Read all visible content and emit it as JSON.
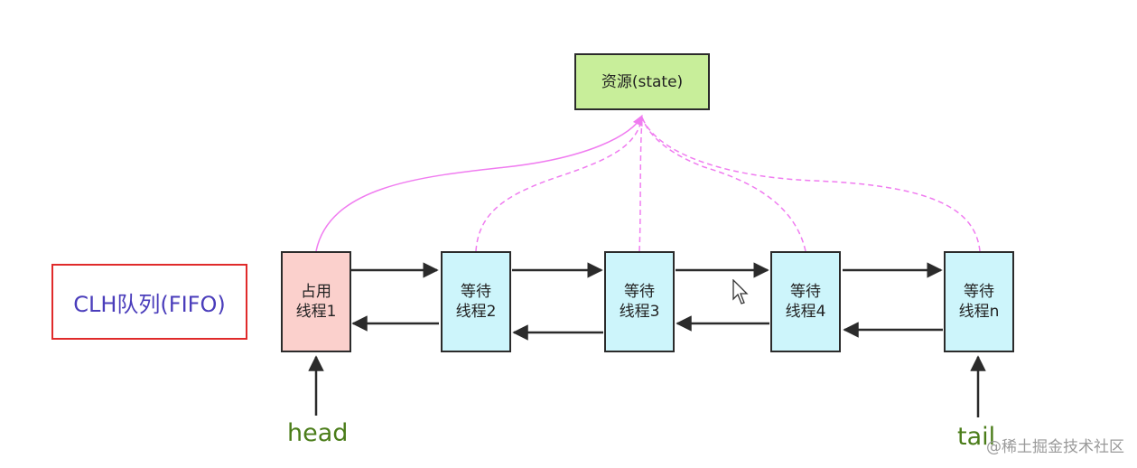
{
  "resource": {
    "label": "资源(state)"
  },
  "queue": {
    "label": "CLH队列(FIFO)"
  },
  "nodes": [
    {
      "line1": "占用",
      "line2": "线程1",
      "state": "holding"
    },
    {
      "line1": "等待",
      "line2": "线程2",
      "state": "waiting"
    },
    {
      "line1": "等待",
      "line2": "线程3",
      "state": "waiting"
    },
    {
      "line1": "等待",
      "line2": "线程4",
      "state": "waiting"
    },
    {
      "line1": "等待",
      "line2": "线程n",
      "state": "waiting"
    }
  ],
  "pointers": {
    "head": "head",
    "tail": "tail"
  },
  "watermark": "@稀土掘金技术社区",
  "colors": {
    "holding_fill": "#fbd0cc",
    "waiting_fill": "#cdf5fb",
    "resource_fill": "#c8ee9a",
    "queue_border": "#e02a2a",
    "queue_text": "#4a3dbb",
    "pointer_text": "#4b7d1a",
    "resource_link": "#f07cf0"
  }
}
